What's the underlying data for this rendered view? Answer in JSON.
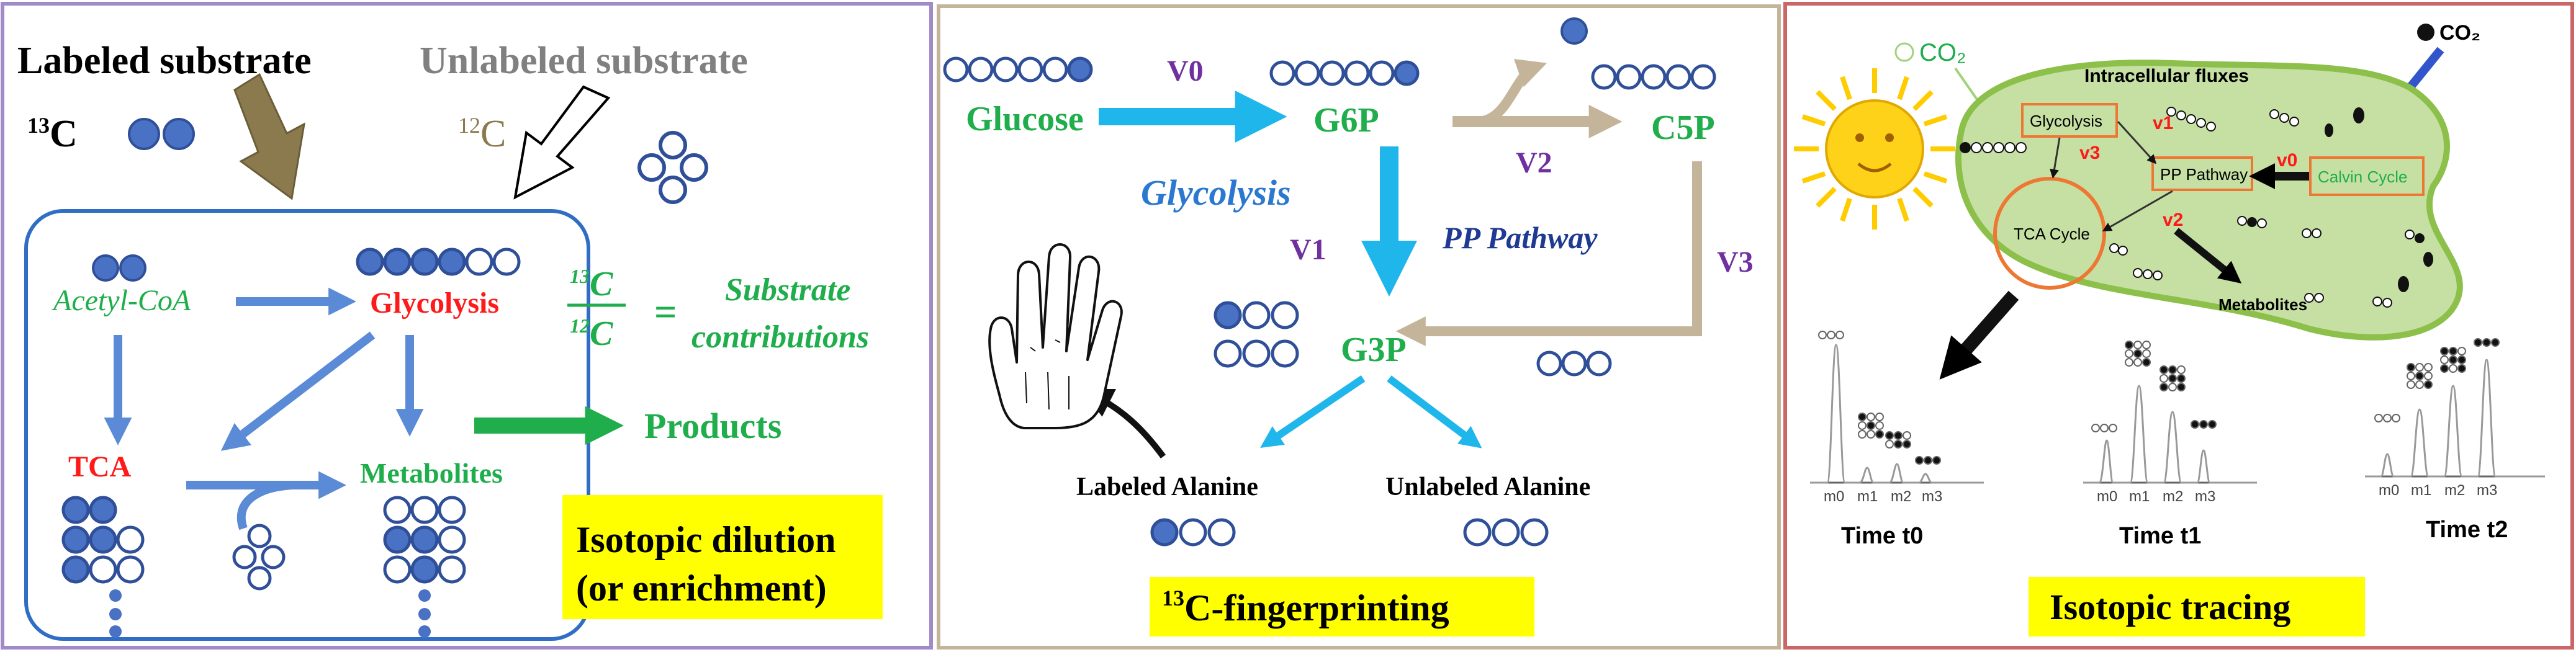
{
  "colors": {
    "blue_circle": "#4a72c4",
    "blue_arrow": "#5b8ad6",
    "cyan_arrow": "#1fb6ec",
    "khaki_arrow": "#c4b59a",
    "olive_arrow": "#8a7a4e",
    "green_text": "#1fae4b",
    "red_text": "#ff1a1a",
    "purple_text": "#7030a0",
    "navy_text": "#1f3a93",
    "label_bg": "#ffff00",
    "cell_fill": "#c6e0a4",
    "cell_border": "#8cc04a",
    "panel1_border": "#a08ac8",
    "panel2_border": "#c4b59a",
    "panel3_border": "#cc6666",
    "orange_box": "#ee7733",
    "sun": "#ffcc00"
  },
  "panel1": {
    "labeled_substrate": "Labeled substrate",
    "unlabeled_substrate": "Unlabeled substrate",
    "c13": "13C",
    "c12": "12C",
    "acetyl_coa": "Acetyl-CoA",
    "glycolysis": "Glycolysis",
    "tca": "TCA",
    "metabolites": "Metabolites",
    "products": "Products",
    "ratio_num": "13C",
    "ratio_den": "12C",
    "equals": "=",
    "substrate": "Substrate",
    "contributions": "contributions",
    "label_line1": "Isotopic dilution",
    "label_line2": "(or enrichment)"
  },
  "panel2": {
    "v0": "V0",
    "v1": "V1",
    "v2": "V2",
    "v3": "V3",
    "glucose": "Glucose",
    "g6p": "G6P",
    "c5p": "C5P",
    "g3p": "G3P",
    "glycolysis": "Glycolysis",
    "pp_pathway": "PP Pathway",
    "labeled_alanine": "Labeled Alanine",
    "unlabeled_alanine": "Unlabeled Alanine",
    "label_sup": "13",
    "label_main": "C-fingerprinting"
  },
  "panel3": {
    "co2_left": "CO₂",
    "co2_right": "CO₂",
    "intracellular_fluxes": "Intracellular fluxes",
    "glycolysis": "Glycolysis",
    "pp_pathway": "PP Pathway",
    "calvin_cycle": "Calvin Cycle",
    "tca_cycle": "TCA Cycle",
    "metabolites": "Metabolites",
    "v0": "v0",
    "v1": "v1",
    "v2": "v2",
    "v3": "v3",
    "mass_labels": [
      "m0",
      "m1",
      "m2",
      "m3"
    ],
    "time0": "Time t0",
    "time1": "Time t1",
    "time2": "Time t2",
    "label": "Isotopic tracing"
  }
}
